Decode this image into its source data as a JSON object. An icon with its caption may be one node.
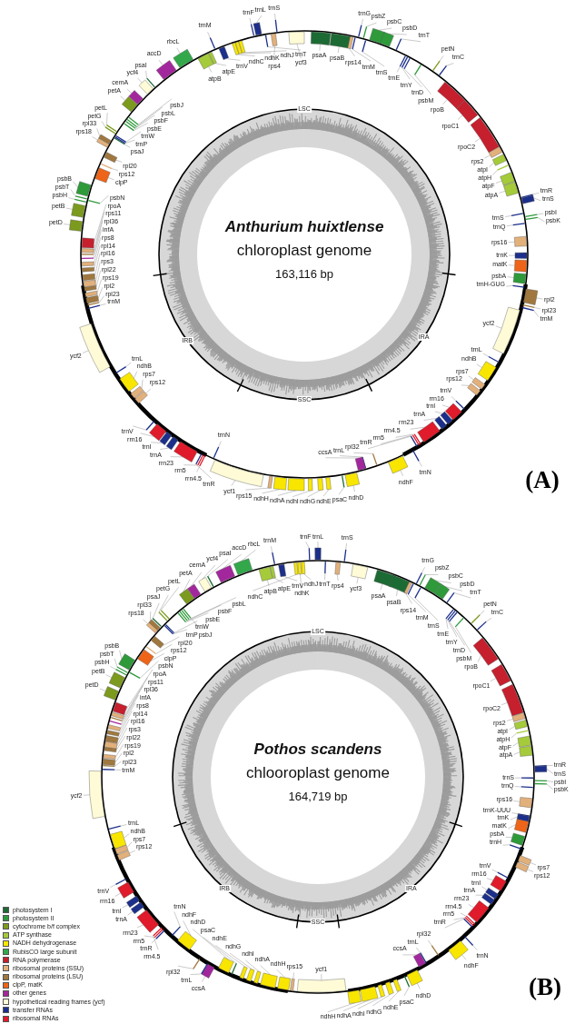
{
  "diagram": {
    "labels": [
      "psaA",
      "psaB",
      "rps14",
      "trnM",
      "trnG",
      "psbZ",
      "trnS",
      "psbC",
      "psbD",
      "trnT",
      "trnE",
      "trnY",
      "trnD",
      "psbM",
      "petN",
      "trnC",
      "rpoB",
      "rpoC1",
      "rpoC2",
      "rps2",
      "atpI",
      "atpH",
      "atpF",
      "atpA",
      "trnR",
      "trnS",
      "trnS",
      "psbI",
      "psbK",
      "trnQ",
      "rps16",
      "trnK",
      "matK",
      "psbA",
      "trnH-GUG",
      "rpl2",
      "rpl23",
      "trnM",
      "ycf2",
      "trnL",
      "ndhB",
      "rps7",
      "rps12",
      "trnV",
      "rrn16",
      "trnI",
      "trnA",
      "rrn23",
      "rrn4.5",
      "rrn5",
      "trnR",
      "trnN",
      "ndhF",
      "rpl32",
      "trnL",
      "ccsA",
      "ndhD",
      "psaC",
      "ndhE",
      "ndhG",
      "ndhI",
      "ndhA",
      "ndhH",
      "rps15",
      "ycf1",
      "trnN",
      "rrn4.5",
      "rrn5",
      "trnR",
      "rrn23",
      "trnA",
      "trnI",
      "rrn16",
      "trnV",
      "rps12",
      "rps7",
      "ndhB",
      "trnL",
      "ycf2",
      "trnM",
      "rpl23",
      "rpl2",
      "rps19",
      "rpl22",
      "rps3",
      "rpl16",
      "rpl14",
      "rps8",
      "infA",
      "rpl36",
      "rps11",
      "rpoA",
      "petD",
      "petB",
      "psbH",
      "psbT",
      "psbN",
      "psbB",
      "clpP",
      "rps12",
      "rpl20",
      "rps18",
      "rpl33",
      "psaJ",
      "trnP",
      "trnW",
      "petG",
      "petL",
      "psbE",
      "psbF",
      "psbL",
      "psbJ",
      "petA",
      "cemA",
      "ycf4",
      "psaI",
      "accD",
      "rbcL",
      "atpB",
      "atpE",
      "trnM",
      "trnV",
      "ndhC",
      "ndhK",
      "ndhJ",
      "trnF",
      "trnL",
      "trnT",
      "rps4",
      "trnS",
      "ycf3",
      "Anthurium huixtlense",
      "chloroplast genome",
      "163,116 bp",
      "LSC",
      "IRA",
      "SSC",
      "IRB",
      "(A)",
      "trnL",
      "trnT",
      "rps4",
      "trnS",
      "ycf3",
      "psaA",
      "psaB",
      "rps14",
      "trnM",
      "trnG",
      "psbZ",
      "trnS",
      "psbC",
      "psbD",
      "trnT",
      "trnE",
      "trnY",
      "trnD",
      "psbM",
      "petN",
      "trnC",
      "rpoB",
      "rpoC1",
      "rpoC2",
      "rps2",
      "atpI",
      "atpH",
      "atpF",
      "atpA",
      "trnR",
      "trnS",
      "trnS",
      "psbI",
      "psbK",
      "trnQ",
      "rps16",
      "trnK-UUU",
      "trnK",
      "matK",
      "psbA",
      "trnH",
      "rps7",
      "rps12",
      "trnV",
      "rrn16",
      "trnI",
      "trnA",
      "rrn23",
      "rrn4.5",
      "rrn5",
      "trnR",
      "trnN",
      "ndhF",
      "rpl32",
      "trnL",
      "ccsA",
      "ndhD",
      "psaC",
      "ndhE",
      "ndhG",
      "ndhI",
      "ndhA",
      "ndhH",
      "ycf1",
      "rps15",
      "ndhH",
      "ndhA",
      "ndhI",
      "ndhG",
      "ndhE",
      "psaC",
      "ndhD",
      "ccsA",
      "trnL",
      "rpl32",
      "ndhF",
      "trnN",
      "trnR",
      "rrn5",
      "rrn4.5",
      "rrn23",
      "trnA",
      "trnI",
      "rrn16",
      "trnV",
      "rps12",
      "rps7",
      "ndhB",
      "trnL",
      "ycf2",
      "trnM",
      "rpl23",
      "rpl2",
      "rps19",
      "rpl22",
      "rps3",
      "rpl16",
      "rpl14",
      "rps8",
      "infA",
      "rpl36",
      "rps11",
      "rpoA",
      "petD",
      "petB",
      "psbH",
      "psbT",
      "psbN",
      "psbB",
      "clpP",
      "rps12",
      "rpl20",
      "rps18",
      "rpl33",
      "psaJ",
      "trnP",
      "trnW",
      "petG",
      "petL",
      "psbE",
      "psbF",
      "psbL",
      "psbJ",
      "petA",
      "cemA",
      "ycf4",
      "psaI",
      "accD",
      "rbcL",
      "atpB",
      "atpE",
      "trnM",
      "trnV",
      "ndhC",
      "ndhK",
      "ndhJ",
      "trnF",
      "Pothos scandens",
      "chlooroplast genome",
      "164,719 bp",
      "LSC",
      "IRA",
      "SSC",
      "IRB",
      "(B)"
    ],
    "legend": [
      {
        "text": "photosystem I",
        "color": "#1d6b34"
      },
      {
        "text": "photosystem II",
        "color": "#2e9a3a"
      },
      {
        "text": "cytochrome b/f complex",
        "color": "#7c9a1e"
      },
      {
        "text": "ATP synthase",
        "color": "#a5cb3a"
      },
      {
        "text": "NADH dehydrogenase",
        "color": "#f8e600"
      },
      {
        "text": "RubisCO large subunit",
        "color": "#33a84b"
      },
      {
        "text": "RNA polymerase",
        "color": "#c61f2e"
      },
      {
        "text": "ribosomal proteins (SSU)",
        "color": "#e2b07b"
      },
      {
        "text": "ribosomal proteins (LSU)",
        "color": "#a0783f"
      },
      {
        "text": "clpP, matK",
        "color": "#ee6418"
      },
      {
        "text": "other genes",
        "color": "#a3279c"
      },
      {
        "text": "hypothetical reading frames (ycf)",
        "color": "#fffbd7"
      },
      {
        "text": "transfer RNAs",
        "color": "#1c2f8b"
      },
      {
        "text": "ribosomal RNAs",
        "color": "#e01b2b"
      }
    ]
  }
}
